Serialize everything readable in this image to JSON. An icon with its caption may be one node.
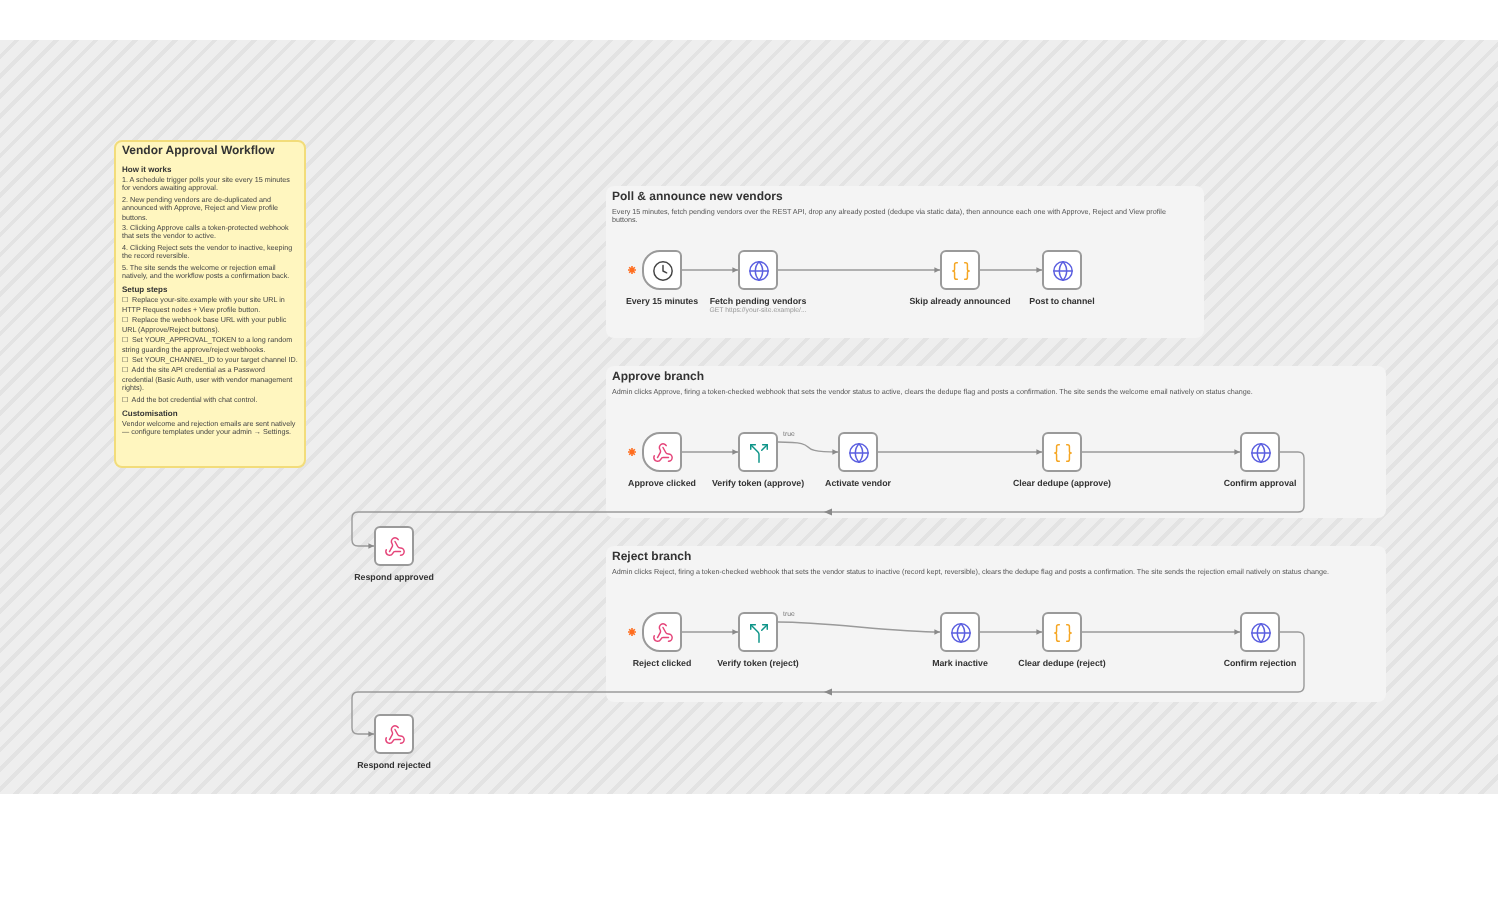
{
  "diagram": {
    "nodes": [
      {
        "text": [
          "Vendor Approval Workflow",
          "How it works",
          "1. A schedule trigger polls your site every 15 minutes for vendors awaiting approval.",
          "2. New pending vendors are de-duplicated and announced with Approve, Reject and View profile buttons.",
          "3. Clicking Approve calls a token-protected webhook that sets the vendor to active.",
          "4. Clicking Reject sets the vendor to inactive, keeping the record reversible.",
          "5. The site sends the welcome or rejection email natively, and the workflow posts a confirmation back.",
          "Setup steps",
          "☐ Replace your-site.example with your site URL in HTTP Request nodes + View profile button.",
          "☐ Replace the webhook base URL with your public URL (Approve/Reject buttons).",
          "☐ Set YOUR_APPROVAL_TOKEN to a long random string guarding the approve/reject webhooks.",
          "☐ Set YOUR_CHANNEL_ID to your target channel ID.",
          "☐ Add the site API credential as a Password credential (Basic Auth, user with vendor management rights).",
          "☐ Add the bot credential with chat control.",
          "Customisation",
          "Vendor welcome and rejection emails are sent natively — configure templates under your admin → Settings."
        ]
      },
      {
        "text": [
          "Poll & announce new vendors",
          "Every 15 minutes, fetch pending vendors over the REST API, drop any already posted (dedupe via static data), then announce each one with Approve, Reject and View profile buttons."
        ]
      },
      {
        "text": [
          "Every 15 minutes"
        ],
        "in": 1
      },
      {
        "text": [
          "Fetch pending vendors"
        ],
        "in": 1,
        "beside": [
          "GET https://your-site.example/..."
        ]
      },
      {
        "text": [
          "Skip already announced"
        ],
        "in": 1
      },
      {
        "text": [
          "Post to channel"
        ],
        "in": 1
      },
      {
        "text": [
          "Approve branch",
          "Admin clicks Approve, firing a token-checked webhook that sets the vendor status to active, clears the dedupe flag and posts a confirmation. The site sends the welcome email natively on status change."
        ]
      },
      {
        "text": [
          "Approve clicked"
        ],
        "in": 6
      },
      {
        "text": [
          "Verify token (approve)"
        ],
        "in": 6
      },
      {
        "text": [
          "Activate vendor"
        ],
        "in": 6
      },
      {
        "text": [
          "Clear dedupe (approve)"
        ],
        "in": 6
      },
      {
        "text": [
          "Confirm approval"
        ],
        "in": 6
      },
      {
        "text": [
          "Respond approved"
        ]
      },
      {
        "text": [
          "Reject branch",
          "Admin clicks Reject, firing a token-checked webhook that sets the vendor status to inactive (record kept, reversible), clears the dedupe flag and posts a confirmation. The site sends the rejection email natively on status change."
        ]
      },
      {
        "text": [
          "Reject clicked"
        ],
        "in": 13
      },
      {
        "text": [
          "Verify token (reject)"
        ],
        "in": 13
      },
      {
        "text": [
          "Mark inactive"
        ],
        "in": 13
      },
      {
        "text": [
          "Clear dedupe (reject)"
        ],
        "in": 13
      },
      {
        "text": [
          "Confirm rejection"
        ],
        "in": 13
      },
      {
        "text": [
          "Respond rejected"
        ]
      }
    ],
    "edges": [
      {
        "from": 2,
        "to": 3,
        "arrow": "to"
      },
      {
        "from": 3,
        "to": 4,
        "arrow": "to"
      },
      {
        "from": 4,
        "to": 5,
        "arrow": "to"
      },
      {
        "from": 7,
        "to": 8,
        "arrow": "to"
      },
      {
        "from": 8,
        "to": 9,
        "arrow": "to",
        "label": "true"
      },
      {
        "from": 9,
        "to": 10,
        "arrow": "to"
      },
      {
        "from": 10,
        "to": 11,
        "arrow": "to"
      },
      {
        "from": 11,
        "to": 12,
        "arrow": "to"
      },
      {
        "from": 14,
        "to": 15,
        "arrow": "to"
      },
      {
        "from": 15,
        "to": 16,
        "arrow": "to",
        "label": "true"
      },
      {
        "from": 16,
        "to": 17,
        "arrow": "to"
      },
      {
        "from": 17,
        "to": 18,
        "arrow": "to"
      },
      {
        "from": 18,
        "to": 19,
        "arrow": "to"
      }
    ]
  }
}
